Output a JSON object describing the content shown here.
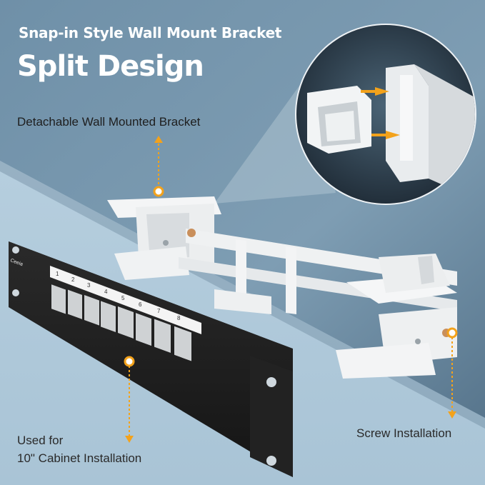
{
  "header": {
    "subtitle": "Snap-in Style Wall Mount Bracket",
    "title": "Split Design"
  },
  "callouts": {
    "detachable": "Detachable Wall Mounted Bracket",
    "used_for_line1": "Used for",
    "used_for_line2": "10\" Cabinet Installation",
    "screw": "Screw Installation"
  },
  "panel": {
    "brand": "Ceeia",
    "port_numbers": [
      "1",
      "2",
      "3",
      "4",
      "5",
      "6",
      "7",
      "8"
    ]
  },
  "colors": {
    "callout_accent": "#f3a21b",
    "background_blue": "#6d8ea6",
    "panel_black": "#1f1f1f",
    "bracket_white": "#f3f4f5"
  }
}
